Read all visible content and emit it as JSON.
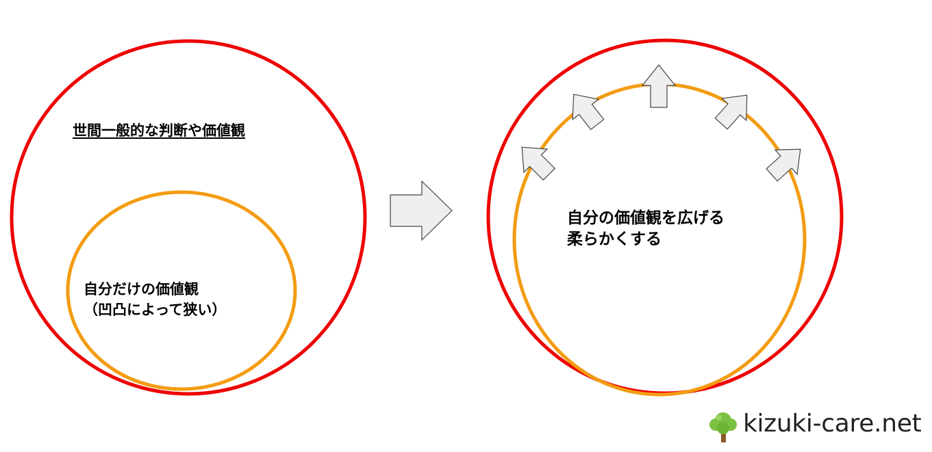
{
  "colors": {
    "outer_circle": "#ee0000",
    "inner_circle": "#f39c12",
    "arrow_fill": "#efefef",
    "arrow_stroke": "#444444",
    "logo_leaf": "#7bc143",
    "logo_trunk": "#8b5a2b"
  },
  "left_diagram": {
    "society_label": "世間一般的な判断や価値観",
    "own_label_line1": "自分だけの価値観",
    "own_label_line2": "（凹凸によって狭い）"
  },
  "center_arrow": {
    "icon": "arrow-right-icon"
  },
  "right_diagram": {
    "expand_label_line1": "自分の価値観を広げる",
    "expand_label_line2": "柔らかくする",
    "outward_arrows_icon": "arrow-outward-icon"
  },
  "logo": {
    "icon": "tree-icon",
    "text": "kizuki-care.net"
  }
}
